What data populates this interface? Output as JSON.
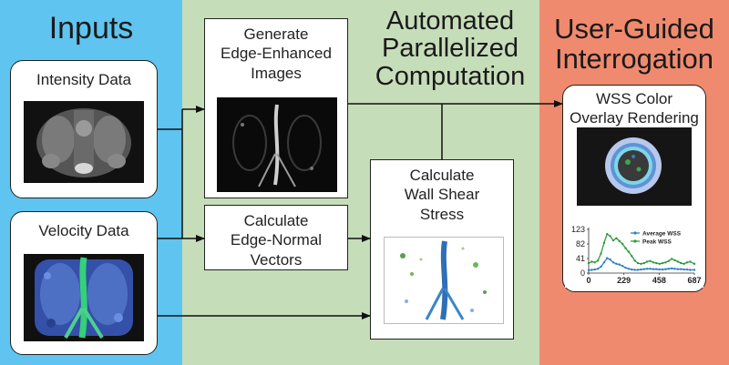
{
  "panels": {
    "inputs": {
      "title": "Inputs",
      "color": "#5fc4ef"
    },
    "automated": {
      "title_line1": "Automated",
      "title_line2": "Parallelized",
      "title_line3": "Computation",
      "color": "#c6ddb9"
    },
    "user": {
      "title_line1": "User-Guided",
      "title_line2": "Interrogation",
      "color": "#f08a6e"
    }
  },
  "boxes": {
    "intensity": {
      "label": "Intensity Data"
    },
    "velocity": {
      "label": "Velocity Data"
    },
    "edge_enhanced": {
      "line1": "Generate",
      "line2": "Edge-Enhanced",
      "line3": "Images"
    },
    "edge_normal": {
      "line1": "Calculate",
      "line2": "Edge-Normal",
      "line3": "Vectors"
    },
    "wss": {
      "line1": "Calculate",
      "line2": "Wall Shear",
      "line3": "Stress"
    },
    "rendering": {
      "line1": "WSS Color",
      "line2": "Overlay Rendering"
    }
  },
  "chart_data": {
    "type": "line",
    "x": [
      0,
      20,
      40,
      60,
      80,
      100,
      120,
      140,
      160,
      180,
      200,
      220,
      240,
      260,
      280,
      300,
      320,
      340,
      360,
      380,
      400,
      420,
      440,
      460,
      480,
      500,
      520,
      540,
      560,
      580,
      600,
      620,
      640,
      660,
      687
    ],
    "series": [
      {
        "name": "Average WSS",
        "color": "#2f7fc1",
        "values": [
          8,
          9,
          10,
          12,
          18,
          30,
          42,
          38,
          30,
          26,
          24,
          20,
          15,
          12,
          10,
          9,
          9,
          10,
          11,
          12,
          12,
          11,
          11,
          10,
          10,
          11,
          12,
          13,
          12,
          11,
          11,
          10,
          10,
          9,
          9
        ]
      },
      {
        "name": "Peak WSS",
        "color": "#2e9a3e",
        "values": [
          28,
          32,
          30,
          35,
          55,
          85,
          110,
          104,
          92,
          98,
          90,
          82,
          70,
          60,
          48,
          35,
          28,
          26,
          28,
          32,
          34,
          30,
          28,
          26,
          28,
          30,
          34,
          40,
          36,
          32,
          28,
          26,
          30,
          32,
          26
        ]
      }
    ],
    "xticks": [
      "0",
      "229",
      "458",
      "687"
    ],
    "xtick_values": [
      0,
      229,
      458,
      687
    ],
    "yticks": [
      "0",
      "41",
      "82",
      "123"
    ],
    "ytick_values": [
      0,
      41,
      82,
      123
    ],
    "xlim": [
      0,
      687
    ],
    "ylim": [
      0,
      123
    ],
    "legend_position": "top-right"
  }
}
